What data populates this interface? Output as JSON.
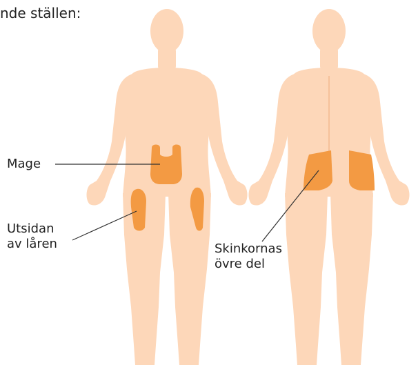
{
  "heading": "nde ställen:",
  "labels": {
    "abdomen": "Mage",
    "thigh_line1": "Utsidan",
    "thigh_line2": "av låren",
    "buttock_line1": "Skinkornas",
    "buttock_line2": "övre del"
  },
  "colors": {
    "body": "#fdd7b9",
    "body_edge": "#f7c6a0",
    "injection_area": "#f39a43",
    "leader_line": "#333333",
    "text": "#222222"
  }
}
